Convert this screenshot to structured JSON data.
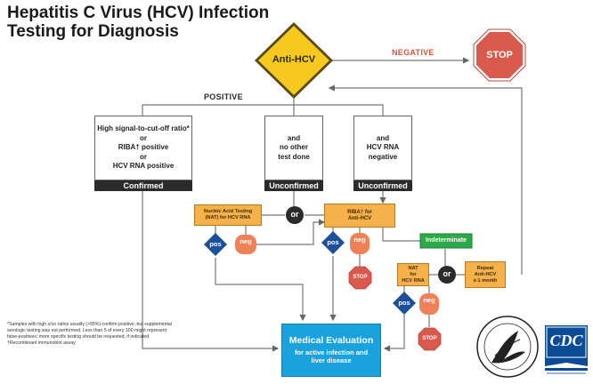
{
  "title_line1": "Hepatitis C Virus (HCV) Infection",
  "title_line2": "Testing for Diagnosis",
  "anti_hcv": "Anti-HCV",
  "negative": "NEGATIVE",
  "positive": "POSITIVE",
  "stop": "STOP",
  "box_high_1": "High signal-to-cut-off ratio*",
  "box_high_2": "or",
  "box_high_3": "RIBA† positive",
  "box_high_4": "or",
  "box_high_5": "HCV RNA positive",
  "box_noother_1": "and",
  "box_noother_2": "no other",
  "box_noother_3": "test done",
  "box_rnaneg_1": "and",
  "box_rnaneg_2": "HCV RNA",
  "box_rnaneg_3": "negative",
  "confirmed": "Confirmed",
  "unconfirmed": "Unconfirmed",
  "nat_1": "Nucleic Acid Testing",
  "nat_2": "(NAT) for HCV RNA",
  "or": "or",
  "riba_1": "RIBA† for",
  "riba_2": "Anti-HCV",
  "pos": "pos",
  "neg": "neg",
  "indeterminate": "Indeterminate",
  "nat2_1": "NAT",
  "nat2_2": "for",
  "nat2_3": "HCV RNA",
  "repeat_1": "Repeat",
  "repeat_2": "Anti-HCV",
  "repeat_3": "≥ 1 month",
  "med_1": "Medical Evaluation",
  "med_2": "for active infection and",
  "med_3": "liver disease",
  "foot_1": "*Samples with high s/co ratios usually (>95%) confirm positive, but supplemental",
  "foot_2": "serologic testing was not performed. Less than 5 of every 100 might represent",
  "foot_3": "false-positives; more specific testing should be requested, if indicated.",
  "foot_4": "†Recombinant immunoblot assay",
  "cdc": "CDC",
  "colors": {
    "yellow": "#f7c81e",
    "stop_red": "#d95a4d",
    "orange_box": "#f6b24a",
    "neg_pill": "#ee8157",
    "pos_diamond": "#1c4f9c",
    "indeterminate": "#2fa84a",
    "medical": "#19a2dc",
    "negative_text": "#d2553f"
  }
}
